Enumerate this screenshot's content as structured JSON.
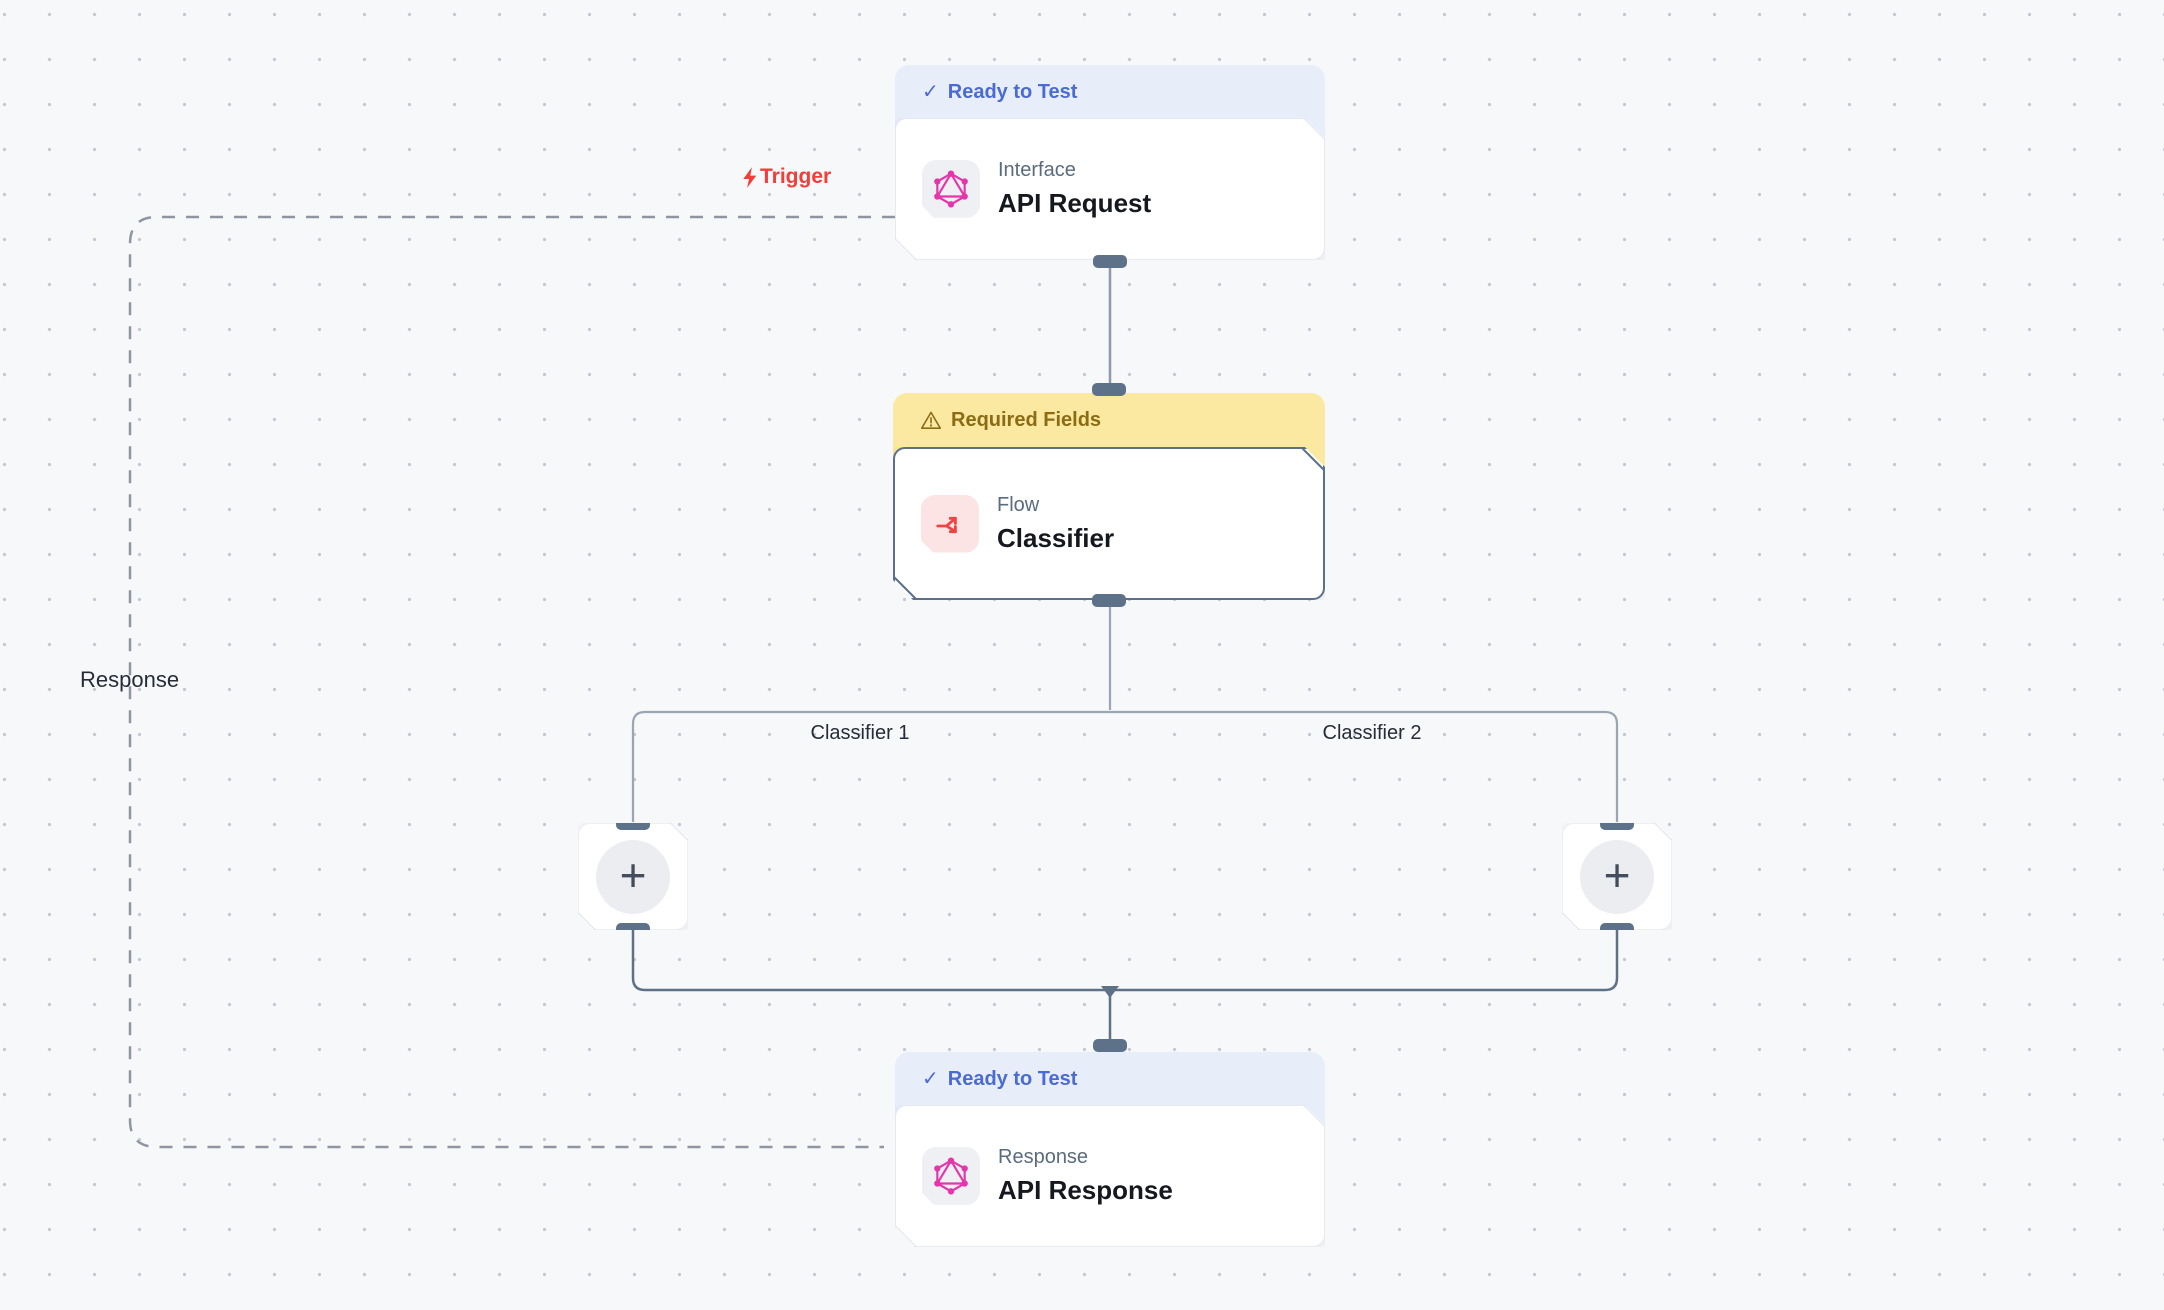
{
  "icons": {
    "check": "✓",
    "plus": "+"
  },
  "nodes": {
    "api_request": {
      "status": "Ready to Test",
      "category": "Interface",
      "title": "API Request"
    },
    "classifier": {
      "status": "Required Fields",
      "category": "Flow",
      "title": "Classifier"
    },
    "api_response": {
      "status": "Ready to Test",
      "category": "Response",
      "title": "API Response"
    }
  },
  "edge_labels": {
    "trigger": "Trigger",
    "response": "Response",
    "branch_left": "Classifier 1",
    "branch_right": "Classifier 2"
  },
  "colors": {
    "canvas_bg": "#f7f8fa",
    "grid_dot": "#c3c8d2",
    "ready_badge_bg": "#e8edfa",
    "ready_badge_text": "#4a6bd4",
    "warning_badge_bg": "#fbe9a1",
    "warning_badge_text": "#8b6c14",
    "card_bg": "#ffffff",
    "selected_border": "#5c7089",
    "handle": "#5d7289",
    "edge_light": "#9aa6b3",
    "edge_mid": "#8c99a9",
    "edge_dark": "#5e7186",
    "dashed_edge": "#8f96a1",
    "trigger_red": "#f23d39",
    "graphql_pink": "#e535ab",
    "flow_icon_red": "#ee4444"
  }
}
